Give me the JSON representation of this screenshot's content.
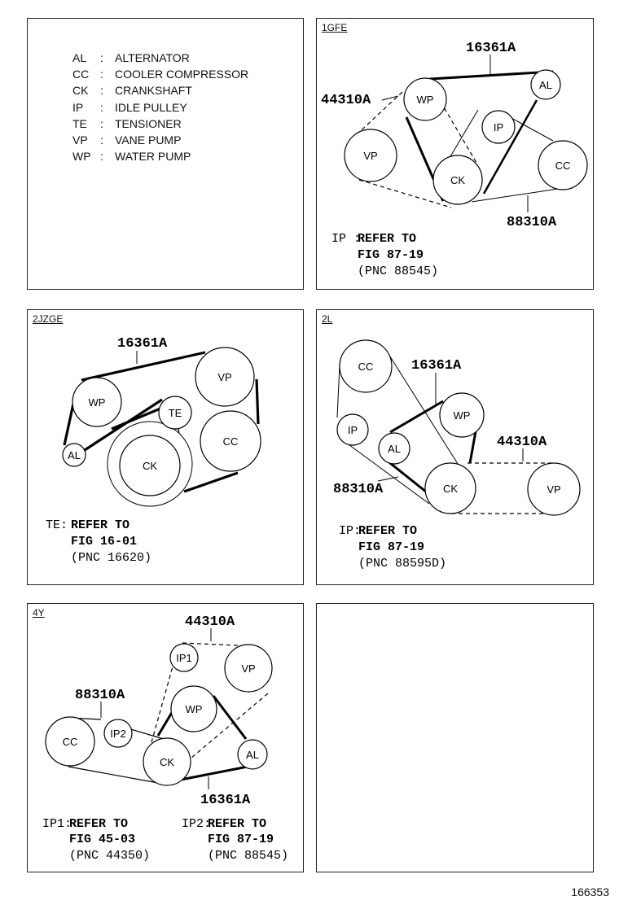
{
  "legend": [
    {
      "code": "AL",
      "sep": ":",
      "name": "ALTERNATOR"
    },
    {
      "code": "CC",
      "sep": ":",
      "name": "COOLER COMPRESSOR"
    },
    {
      "code": "CK",
      "sep": ":",
      "name": "CRANKSHAFT"
    },
    {
      "code": "IP",
      "sep": ":",
      "name": "IDLE PULLEY"
    },
    {
      "code": "TE",
      "sep": ":",
      "name": "TENSIONER"
    },
    {
      "code": "VP",
      "sep": ":",
      "name": "VANE PUMP"
    },
    {
      "code": "WP",
      "sep": ":",
      "name": "WATER PUMP"
    }
  ],
  "panels": {
    "p1gfe": {
      "tag": "1GFE",
      "pulleys": {
        "wp": "WP",
        "al": "AL",
        "ip": "IP",
        "vp": "VP",
        "ck": "CK",
        "cc": "CC"
      },
      "parts": {
        "belt_a": "16361A",
        "belt_b": "44310A",
        "belt_c": "88310A"
      },
      "note": {
        "prefix": "IP :",
        "l1": "REFER TO",
        "l2": "FIG 87-19",
        "l3": "(PNC 88545)"
      }
    },
    "p2jzge": {
      "tag": "2JZGE",
      "pulleys": {
        "wp": "WP",
        "vp": "VP",
        "te": "TE",
        "al": "AL",
        "ck": "CK",
        "cc": "CC"
      },
      "parts": {
        "belt_a": "16361A"
      },
      "note": {
        "prefix": "TE:",
        "l1": "REFER TO",
        "l2": "FIG 16-01",
        "l3": "(PNC 16620)"
      }
    },
    "p2l": {
      "tag": "2L",
      "pulleys": {
        "cc": "CC",
        "ip": "IP",
        "wp": "WP",
        "al": "AL",
        "ck": "CK",
        "vp": "VP"
      },
      "parts": {
        "belt_a": "16361A",
        "belt_b": "44310A",
        "belt_c": "88310A"
      },
      "note": {
        "prefix": "IP:",
        "l1": "REFER TO",
        "l2": "FIG 87-19",
        "l3": "(PNC 88595D)"
      }
    },
    "p4y": {
      "tag": "4Y",
      "pulleys": {
        "ip1": "IP1",
        "vp": "VP",
        "wp": "WP",
        "cc": "CC",
        "ip2": "IP2",
        "ck": "CK",
        "al": "AL"
      },
      "parts": {
        "belt_a": "16361A",
        "belt_b": "44310A",
        "belt_c": "88310A"
      },
      "note1": {
        "prefix": "IP1:",
        "l1": "REFER TO",
        "l2": "FIG 45-03",
        "l3": "(PNC 44350)"
      },
      "note2": {
        "prefix": "IP2:",
        "l1": "REFER TO",
        "l2": "FIG 87-19",
        "l3": "(PNC 88545)"
      }
    }
  },
  "figure_number": "166353"
}
